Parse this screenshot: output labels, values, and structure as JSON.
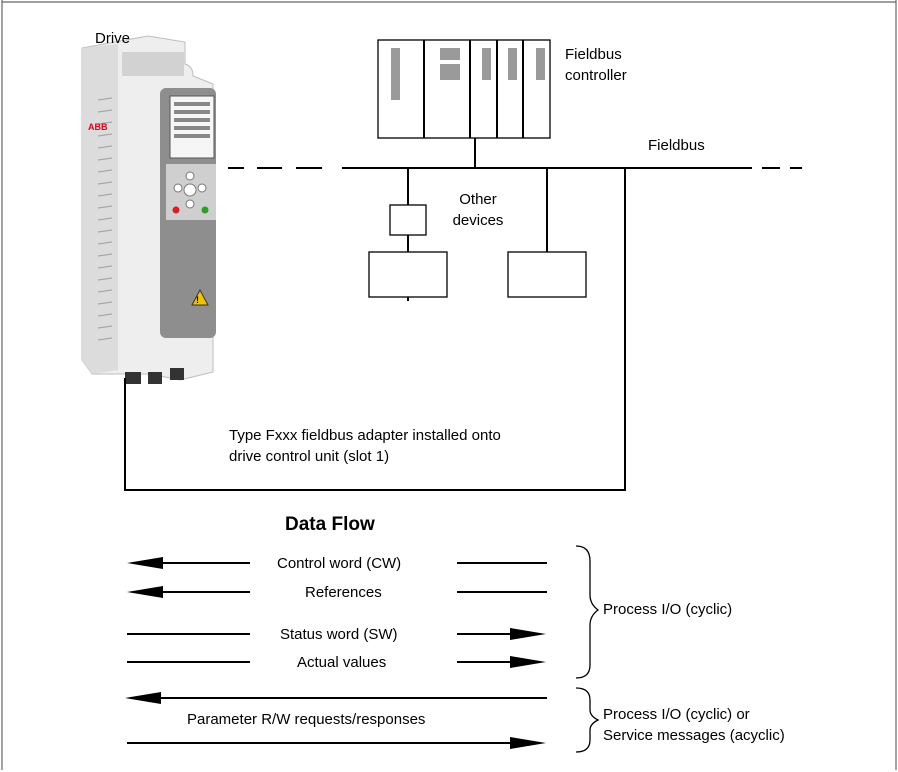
{
  "labels": {
    "drive": "Drive",
    "fieldbus_controller_line1": "Fieldbus",
    "fieldbus_controller_line2": "controller",
    "fieldbus": "Fieldbus",
    "other_devices_line1": "Other",
    "other_devices_line2": "devices",
    "adapter_line1": "Type Fxxx fieldbus adapter installed onto",
    "adapter_line2": "drive control unit (slot 1)",
    "drive_brand": "ABB"
  },
  "data_flow": {
    "title": "Data Flow",
    "rows": [
      {
        "label": "Control word (CW)",
        "direction": "left"
      },
      {
        "label": "References",
        "direction": "left"
      },
      {
        "label": "Status word (SW)",
        "direction": "right"
      },
      {
        "label": "Actual values",
        "direction": "right"
      }
    ],
    "parameter_label": "Parameter R/W requests/responses",
    "process_io": "Process I/O (cyclic)",
    "service_line1": "Process I/O (cyclic) or",
    "service_line2": "Service messages (acyclic)"
  },
  "colors": {
    "line": "#000000",
    "drive_body": "#ececec",
    "drive_panel": "#8c8c8c",
    "warning": "#f2c200"
  }
}
